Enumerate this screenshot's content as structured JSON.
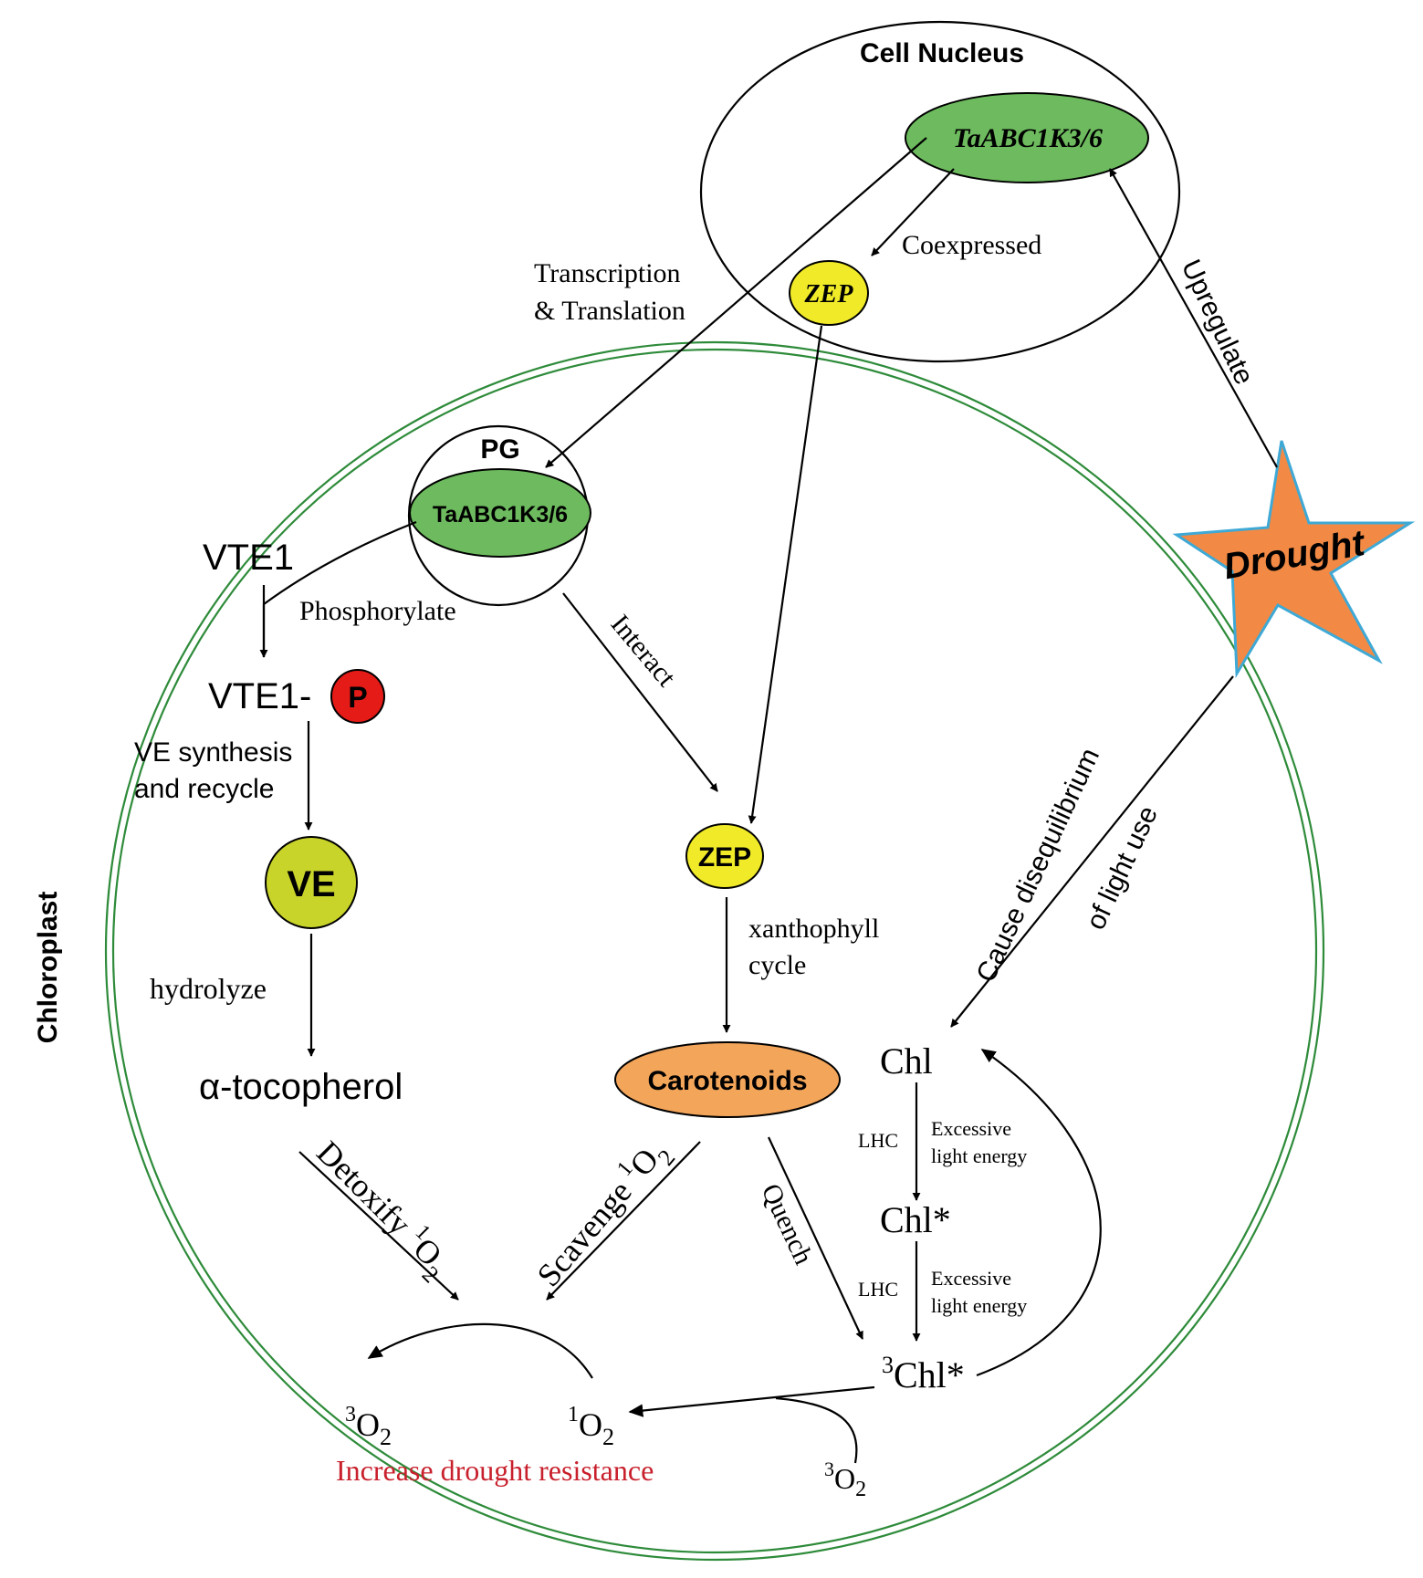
{
  "colors": {
    "green_fill": "#6DBB5E",
    "yellow_fill": "#F0EA28",
    "ve_fill": "#C9D42A",
    "orange_fill": "#F3A55A",
    "star_fill": "#F28A45",
    "star_stroke": "#3FA9D6",
    "red_p": "#E41B17",
    "chloroplast_line": "#2E8B3A",
    "result_text": "#C8202C"
  },
  "nucleus": {
    "title": "Cell Nucleus",
    "gene": "TaABC1K3/6",
    "zep": "ZEP",
    "coexpressed": "Coexpressed"
  },
  "labels": {
    "transcription_1": "Transcription",
    "transcription_2": "& Translation",
    "upregulate": "Upregulate",
    "drought": "Drought",
    "cause_1": "Cause disequilibrium",
    "cause_2": "of light use",
    "chloroplast": "Chloroplast"
  },
  "pg": {
    "title": "PG",
    "protein": "TaABC1K3/6"
  },
  "ve_pathway": {
    "vte1": "VTE1",
    "phosphorylate": "Phosphorylate",
    "vte1p": "VTE1-",
    "p": "P",
    "synthesis_1": "VE synthesis",
    "synthesis_2": "and recycle",
    "ve": "VE",
    "hydrolyze": "hydrolyze",
    "tocopherol": "α-tocopherol",
    "detoxify": "Detoxify",
    "detox_sup": "1",
    "detox_o": "O",
    "detox_sub": "2"
  },
  "zep_pathway": {
    "interact": "Interact",
    "zep": "ZEP",
    "xanthophyll_1": "xanthophyll",
    "xanthophyll_2": "cycle",
    "carotenoids": "Carotenoids",
    "scavenge": "Scavenge",
    "scav_sup": "1",
    "scav_o": "O",
    "scav_sub": "2",
    "quench": "Quench"
  },
  "chl_pathway": {
    "chl": "Chl",
    "lhc_1": "LHC",
    "excess_1a": "Excessive",
    "excess_1b": "light energy",
    "chl_star": "Chl*",
    "lhc_2": "LHC",
    "excess_2a": "Excessive",
    "excess_2b": "light energy",
    "triplet_sup": "3",
    "triplet_chl": "Chl*"
  },
  "oxygen": {
    "o3_sup": "3",
    "o3_o": "O",
    "o3_sub": "2",
    "o1_sup": "1",
    "o1_o": "O",
    "o1_sub": "2",
    "o3b_sup": "3",
    "o3b_o": "O",
    "o3b_sub": "2",
    "result": "Increase drought resistance"
  }
}
